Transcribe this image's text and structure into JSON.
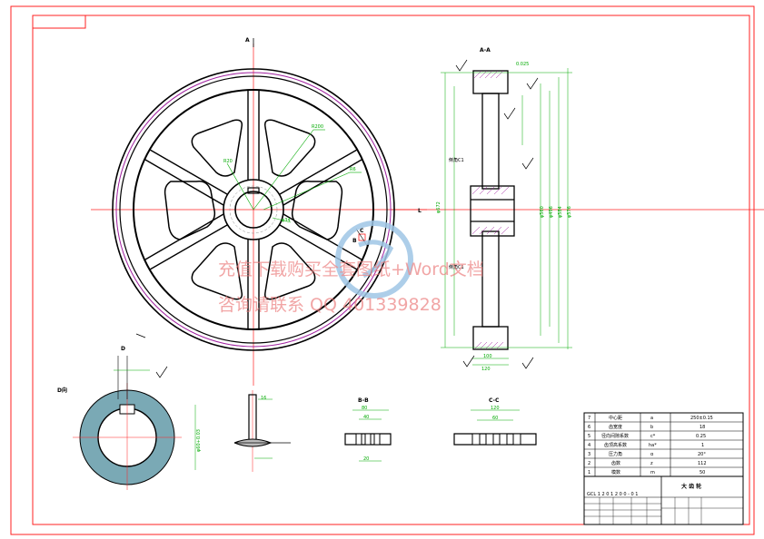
{
  "watermark": {
    "line1": "充值下载购买全套图纸+Word文档",
    "line2": "咨询请联系  QQ 401339828"
  },
  "views": {
    "front_marker": "A",
    "section_aa": "A-A",
    "detail_d": "D向",
    "section_bb": "B-B",
    "section_cc": "C-C",
    "label_c": "C",
    "label_b": "B",
    "label_l": "L"
  },
  "params": {
    "rows": [
      {
        "no": "7",
        "name": "中心距",
        "sym": "a",
        "val": "250±0.15"
      },
      {
        "no": "6",
        "name": "齿宽度",
        "sym": "b",
        "val": "18"
      },
      {
        "no": "5",
        "name": "径向间隙系数",
        "sym": "c*",
        "val": "0.25"
      },
      {
        "no": "4",
        "name": "齿顶高系数",
        "sym": "ha*",
        "val": "1"
      },
      {
        "no": "3",
        "name": "压力角",
        "sym": "α",
        "val": "20°"
      },
      {
        "no": "2",
        "name": "齿数",
        "sym": "z",
        "val": "112"
      },
      {
        "no": "1",
        "name": "模数",
        "sym": "m",
        "val": "50"
      }
    ]
  },
  "title_block": {
    "part_name": "大 齿 轮",
    "drawing_no": "GCL 1 2 0 1 2 0 0 - 0 1"
  }
}
